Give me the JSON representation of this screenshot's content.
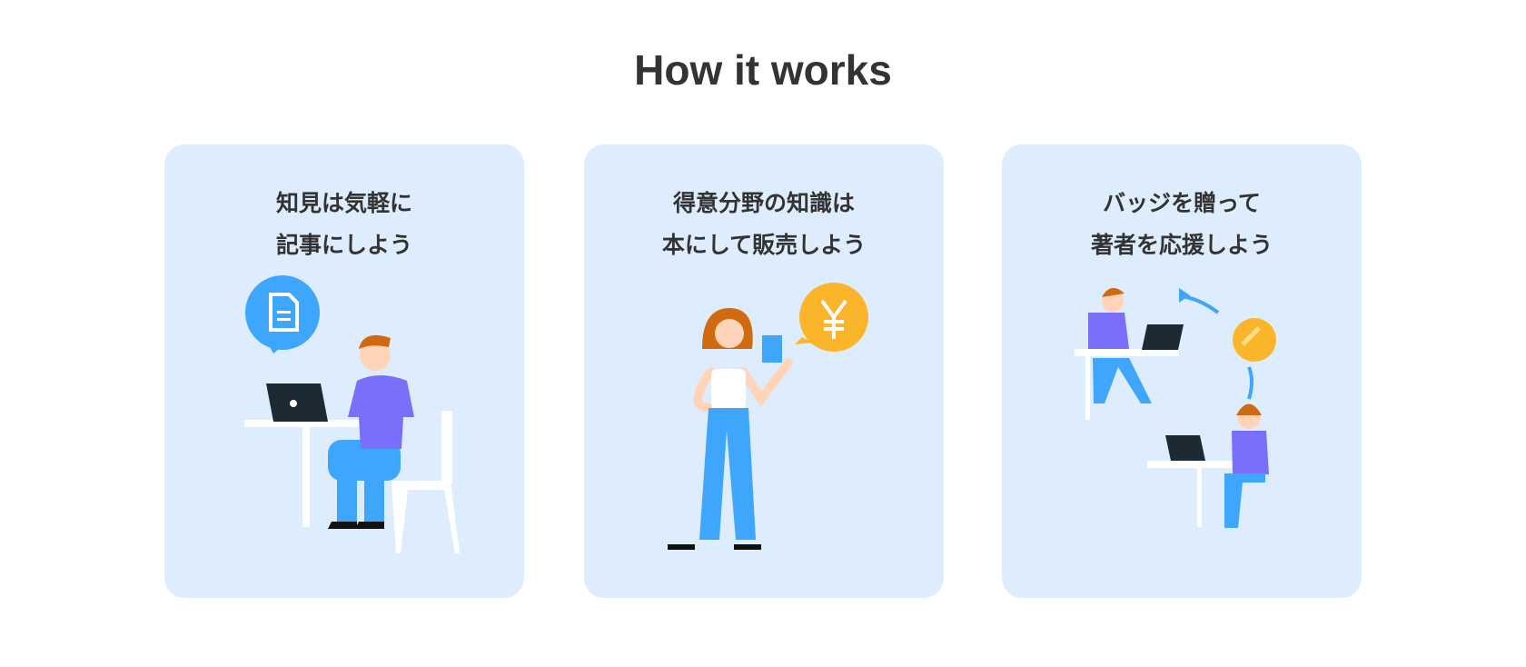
{
  "heading": "How it works",
  "cards": [
    {
      "line1": "知見は気軽に",
      "line2": "記事にしよう",
      "icon": "document-icon"
    },
    {
      "line1": "得意分野の知識は",
      "line2": "本にして販売しよう",
      "icon": "yen-icon"
    },
    {
      "line1": "バッジを贈って",
      "line2": "著者を応援しよう",
      "icon": "coin-icon"
    }
  ],
  "colors": {
    "card_bg": "#deedfe",
    "blue": "#3fa6fe",
    "purple": "#7a6ffb",
    "orange": "#fbb52b"
  }
}
